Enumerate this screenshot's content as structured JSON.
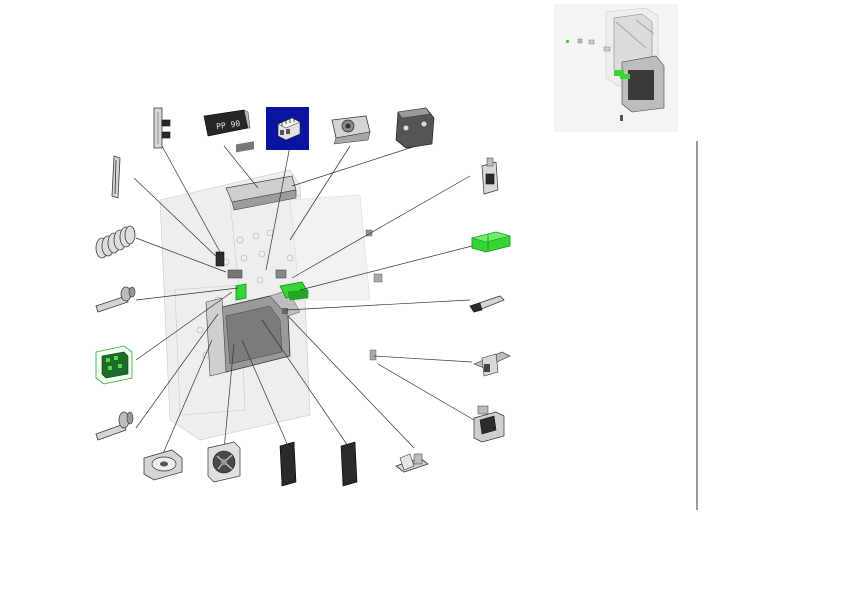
{
  "diagram": {
    "panel_label": "PP 90",
    "colors": {
      "highlight": "#35d635",
      "selected_background": "#0a14a0",
      "line": "#333333"
    },
    "parts": [
      {
        "id": "clip-bracket",
        "icon": "clip-bracket-icon"
      },
      {
        "id": "front-panel-label",
        "icon": "label-icon"
      },
      {
        "id": "terminal-block",
        "icon": "terminal-block-icon",
        "state": "selected"
      },
      {
        "id": "pivot-bracket",
        "icon": "pivot-bracket-icon"
      },
      {
        "id": "mounting-plate",
        "icon": "mounting-plate-icon"
      },
      {
        "id": "rail-strip",
        "icon": "rail-icon"
      },
      {
        "id": "connector-housing",
        "icon": "connector-icon"
      },
      {
        "id": "coil-spring",
        "icon": "spring-icon"
      },
      {
        "id": "green-plug",
        "icon": "plug-icon",
        "state": "highlighted"
      },
      {
        "id": "shaft-pin-upper",
        "icon": "shaft-icon"
      },
      {
        "id": "latch-lever",
        "icon": "lever-icon"
      },
      {
        "id": "circuit-module",
        "icon": "circuit-module-icon",
        "state": "highlighted"
      },
      {
        "id": "relay-switch",
        "icon": "relay-icon"
      },
      {
        "id": "shaft-pin-lower",
        "icon": "shaft-icon"
      },
      {
        "id": "latch-block",
        "icon": "latch-icon"
      },
      {
        "id": "fan-side",
        "icon": "fan-icon"
      },
      {
        "id": "fan-front",
        "icon": "fan-icon"
      },
      {
        "id": "cover-plate-left",
        "icon": "cover-plate-icon"
      },
      {
        "id": "cover-plate-right",
        "icon": "cover-plate-icon"
      },
      {
        "id": "small-clip",
        "icon": "clip-icon"
      }
    ]
  }
}
